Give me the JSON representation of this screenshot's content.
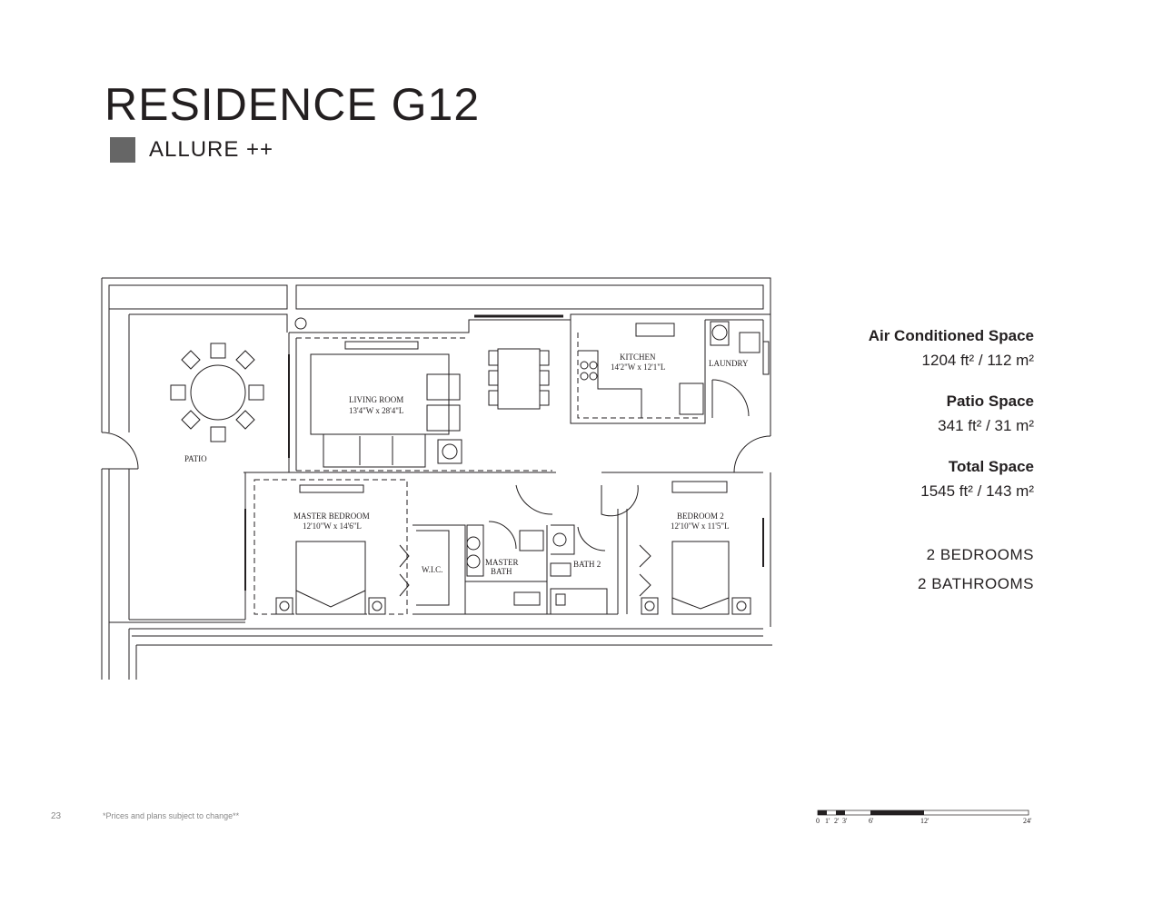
{
  "header": {
    "title": "RESIDENCE G12",
    "badge_label": "ALLURE ++",
    "badge_color": "#666666"
  },
  "specs": [
    {
      "label": "Air Conditioned Space",
      "value": "1204 ft² / 112 m²"
    },
    {
      "label": "Patio Space",
      "value": "341 ft² / 31 m²"
    },
    {
      "label": "Total Space",
      "value": "1545 ft² / 143 m²"
    }
  ],
  "rooms_summary": {
    "bedrooms": "2 BEDROOMS",
    "bathrooms": "2 BATHROOMS"
  },
  "floorplan": {
    "labels": {
      "patio": "PATIO",
      "living_room": "LIVING ROOM",
      "living_room_dims": "13'4\"W x 28'4\"L",
      "kitchen": "KITCHEN",
      "kitchen_dims": "14'2\"W x 12'1\"L",
      "laundry": "LAUNDRY",
      "master_bedroom": "MASTER BEDROOM",
      "master_bedroom_dims": "12'10\"W x 14'6\"L",
      "wic": "W.I.C.",
      "master_bath_1": "MASTER",
      "master_bath_2": "BATH",
      "bath_2": "BATH 2",
      "bedroom_2": "BEDROOM 2",
      "bedroom_2_dims": "12'10\"W x 11'5\"L"
    },
    "scale_labels": [
      "0",
      "1'",
      "2'",
      "3'",
      "6'",
      "12'",
      "24'"
    ]
  },
  "footer": {
    "page_number": "23",
    "disclaimer": "*Prices and plans subject to change**"
  }
}
